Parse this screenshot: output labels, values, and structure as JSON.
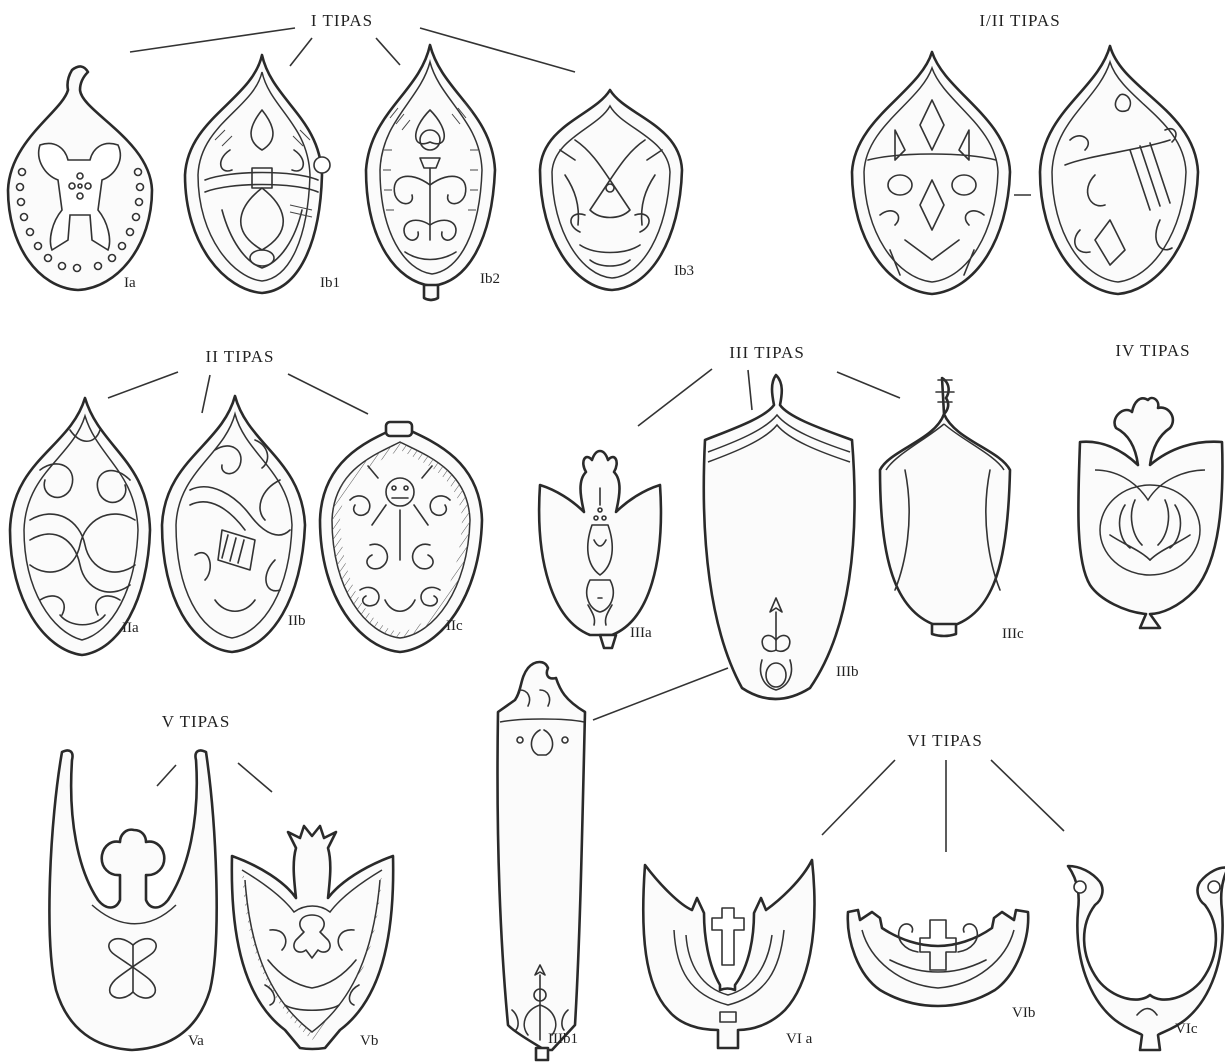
{
  "groups": {
    "type_i": {
      "heading": "I TIPAS",
      "items": [
        {
          "id": "Ia",
          "label": "Ia"
        },
        {
          "id": "Ib1",
          "label": "Ib1"
        },
        {
          "id": "Ib2",
          "label": "Ib2"
        },
        {
          "id": "Ib3",
          "label": "Ib3"
        }
      ]
    },
    "type_i_ii": {
      "heading": "I/II TIPAS",
      "items": []
    },
    "type_ii": {
      "heading": "II TIPAS",
      "items": [
        {
          "id": "IIa",
          "label": "IIa"
        },
        {
          "id": "IIb",
          "label": "IIb"
        },
        {
          "id": "IIc",
          "label": "IIc"
        }
      ]
    },
    "type_iii": {
      "heading": "III TIPAS",
      "items": [
        {
          "id": "IIIa",
          "label": "IIIa"
        },
        {
          "id": "IIIb",
          "label": "IIIb"
        },
        {
          "id": "IIIc",
          "label": "IIIc"
        },
        {
          "id": "IIIb1",
          "label": "IIIb1"
        }
      ]
    },
    "type_iv": {
      "heading": "IV TIPAS",
      "items": []
    },
    "type_v": {
      "heading": "V TIPAS",
      "items": [
        {
          "id": "Va",
          "label": "Va"
        },
        {
          "id": "Vb",
          "label": "Vb"
        }
      ]
    },
    "type_vi": {
      "heading": "VI TIPAS",
      "items": [
        {
          "id": "VIa",
          "label": "VI a"
        },
        {
          "id": "VIb",
          "label": "VIb"
        },
        {
          "id": "VIc",
          "label": "VIc"
        }
      ]
    }
  },
  "style": {
    "ink": "#2a2a2a",
    "paper": "#ffffff"
  }
}
